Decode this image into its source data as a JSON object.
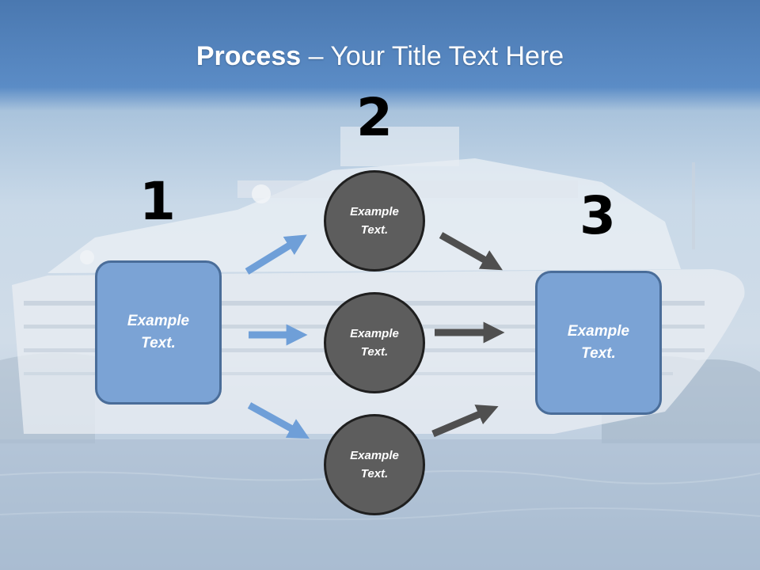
{
  "title": {
    "bold": "Process",
    "rest": " – Your Title Text Here"
  },
  "steps": {
    "n1": "1",
    "n2": "2",
    "n3": "3"
  },
  "boxes": {
    "left": "Example\nText.",
    "right": "Example\nText."
  },
  "circles": [
    "Example\nText.",
    "Example\nText.",
    "Example\nText."
  ],
  "colors": {
    "box_fill": "#7ba3d5",
    "box_border": "#4a6d99",
    "circle_fill": "#5d5d5d",
    "blue_arrow": "#6f9fd8",
    "grey_arrow": "#4f4f4f"
  },
  "background": "cruise-ship-photo"
}
